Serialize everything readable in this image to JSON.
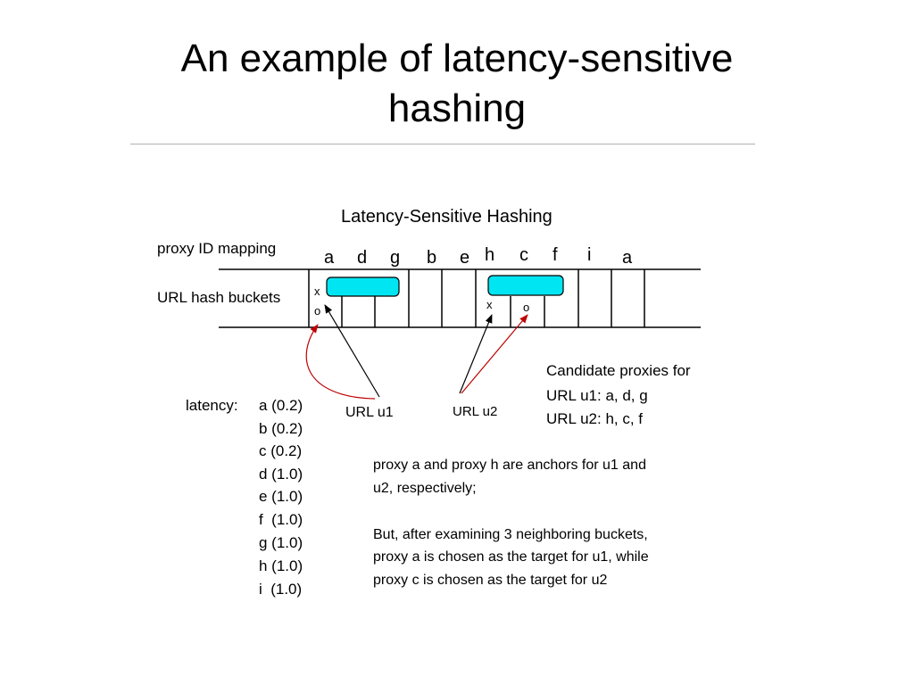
{
  "title": "An example of latency-sensitive hashing",
  "diagram": {
    "heading": "Latency-Sensitive Hashing",
    "mapping_label": "proxy ID mapping",
    "buckets_label": "URL hash buckets",
    "proxy_ids": [
      "a",
      "d",
      "g",
      "b",
      "e",
      "h",
      "c",
      "f",
      "i",
      "a"
    ],
    "marks": {
      "x1": "x",
      "o1": "o",
      "x2": "x",
      "o2": "o"
    },
    "url_u1": "URL u1",
    "url_u2": "URL u2",
    "latency_label": "latency:",
    "latencies": [
      "a (0.2)",
      "b (0.2)",
      "c (0.2)",
      "d (1.0)",
      "e (1.0)",
      "f  (1.0)",
      "g (1.0)",
      "h (1.0)",
      "i  (1.0)"
    ],
    "candidates": {
      "heading": "Candidate proxies for",
      "u1": "URL u1: a, d, g",
      "u2": "URL u2: h, c, f"
    },
    "note1": [
      "proxy a and proxy h are anchors for u1 and",
      "u2, respectively;"
    ],
    "note2": [
      "But, after examining 3 neighboring buckets,",
      "proxy a is chosen as the target for u1, while",
      "proxy c is chosen as the target for u2"
    ],
    "colors": {
      "highlight": "#00e5f2",
      "arrow_red": "#c00000",
      "lines": "#000000"
    }
  }
}
